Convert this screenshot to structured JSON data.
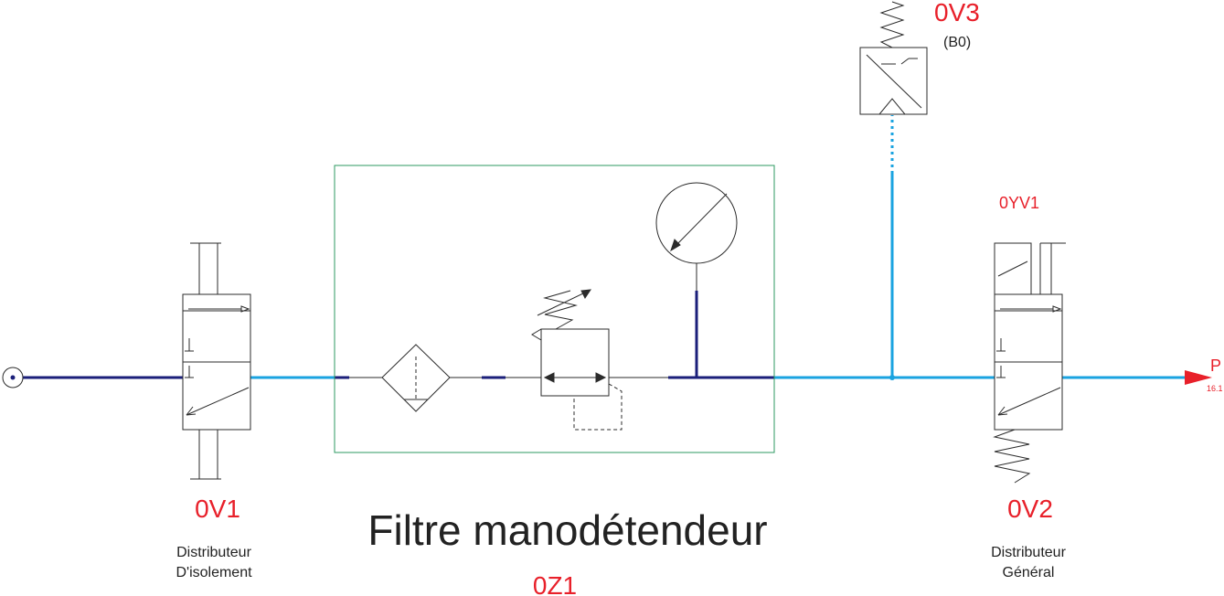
{
  "colors": {
    "pipe_light": "#1aa3e0",
    "pipe_dark": "#1b1f7a",
    "symbol_line": "#2b2b2b",
    "label_red": "#e8202a",
    "frame_green": "#2e9a62"
  },
  "labels": {
    "v1_id": "0V1",
    "v1_desc_line1": "Distributeur",
    "v1_desc_line2": "D'isolement",
    "frl_title": "Filtre manodétendeur",
    "frl_id": "0Z1",
    "v3_id": "0V3",
    "v3_sub": "(B0)",
    "v2_solenoid": "0YV1",
    "v2_id": "0V2",
    "v2_desc_line1": "Distributeur",
    "v2_desc_line2": "Général",
    "outlet_label": "P",
    "outlet_ref": "16.1"
  }
}
